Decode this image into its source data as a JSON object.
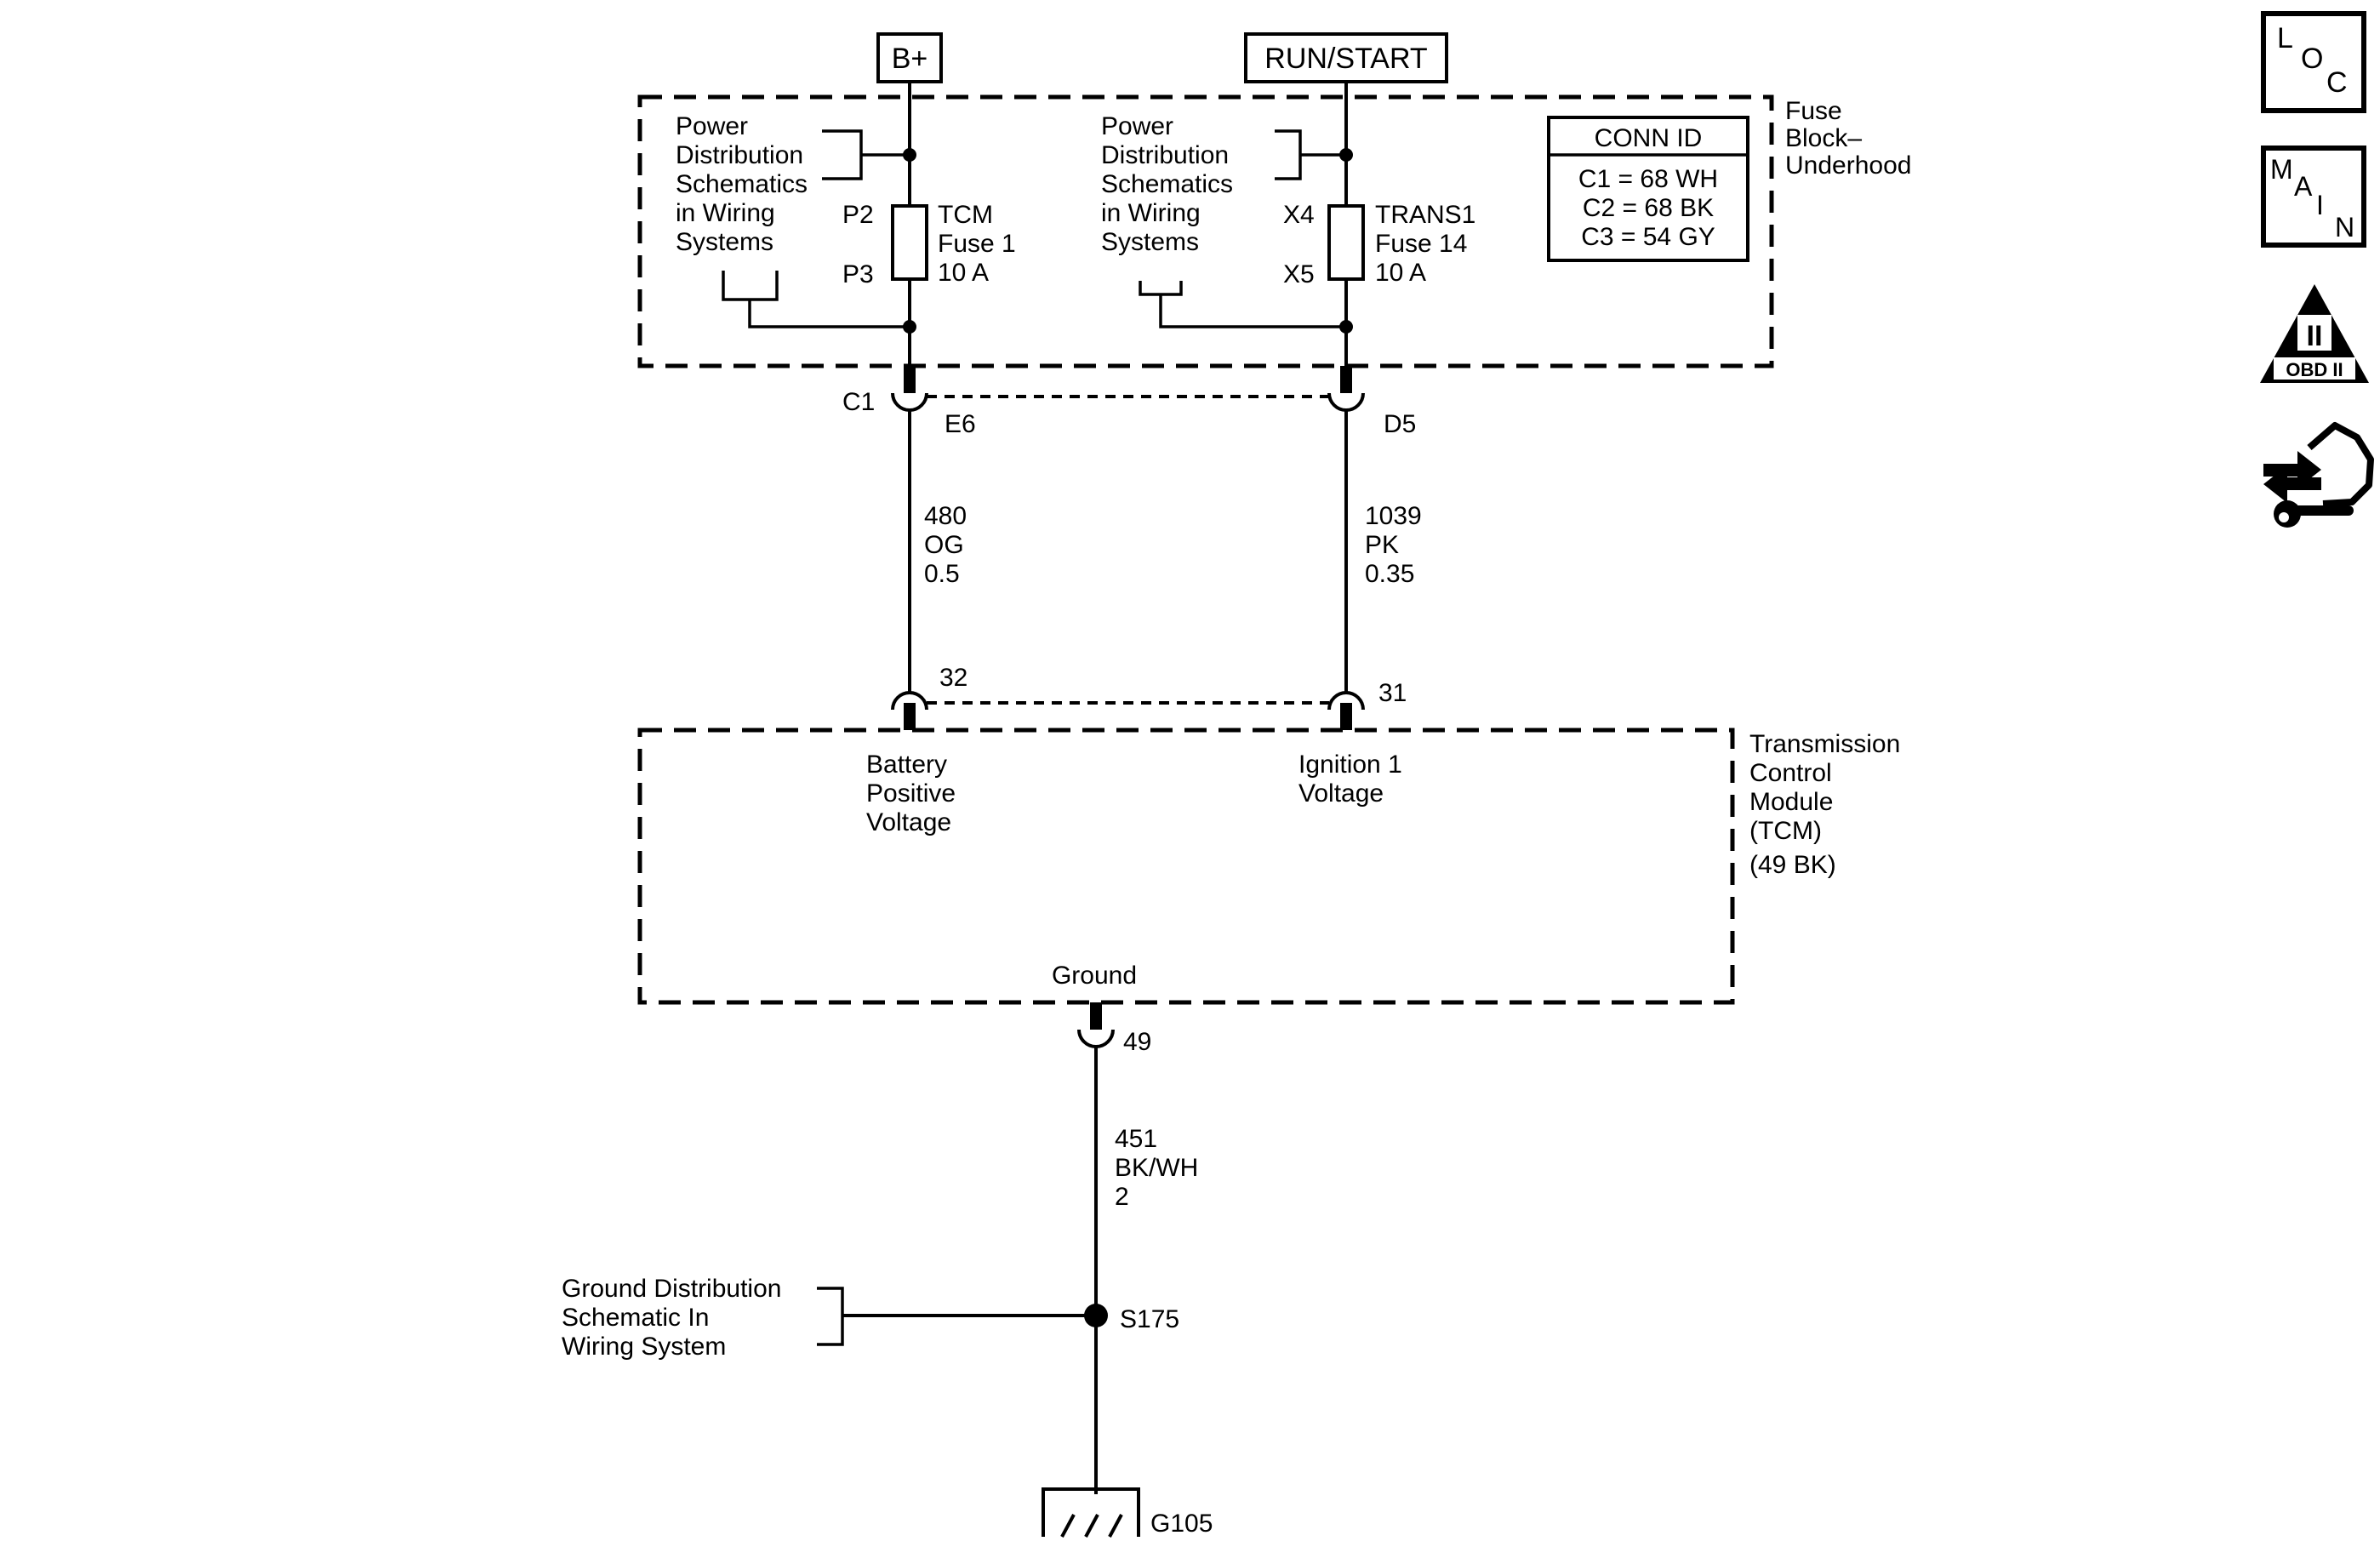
{
  "power_sources": {
    "bplus": "B+",
    "run_start": "RUN/START"
  },
  "fuse_block": {
    "title_lines": [
      "Fuse",
      "Block–",
      "Underhood"
    ],
    "left_ref_lines": [
      "Power",
      "Distribution",
      "Schematics",
      "in Wiring",
      "Systems"
    ],
    "right_ref_lines": [
      "Power",
      "Distribution",
      "Schematics",
      "in Wiring",
      "Systems"
    ],
    "fuse_left": {
      "pin_top": "P2",
      "pin_bottom": "P3",
      "lines": [
        "TCM",
        "Fuse 1",
        "10 A"
      ]
    },
    "fuse_right": {
      "pin_top": "X4",
      "pin_bottom": "X5",
      "lines": [
        "TRANS1",
        "Fuse 14",
        "10 A"
      ]
    },
    "conn_id": {
      "header": "CONN ID",
      "rows": [
        "C1 = 68 WH",
        "C2 = 68 BK",
        "C3 = 54 GY"
      ]
    }
  },
  "connector_top": {
    "name": "C1",
    "pin_left": "E6",
    "pin_right": "D5"
  },
  "wires": {
    "left": [
      "480",
      "OG",
      "0.5"
    ],
    "right": [
      "1039",
      "PK",
      "0.35"
    ],
    "ground": [
      "451",
      "BK/WH",
      "2"
    ]
  },
  "tcm": {
    "pin_left": "32",
    "pin_right": "31",
    "title_lines": [
      "Transmission",
      "Control",
      "Module",
      "(TCM)",
      "(49 BK)"
    ],
    "left_input_lines": [
      "Battery",
      "Positive",
      "Voltage"
    ],
    "right_input_lines": [
      "Ignition 1",
      "Voltage"
    ],
    "ground_label": "Ground",
    "ground_pin": "49"
  },
  "splice": {
    "label": "S175",
    "ref_lines": [
      "Ground Distribution",
      "Schematic In",
      "Wiring System"
    ]
  },
  "ground_point": "G105",
  "side_icons": {
    "loc": [
      "L",
      "O",
      "C"
    ],
    "main": [
      "M",
      "A",
      "I",
      "N"
    ],
    "obd": [
      "II",
      "OBD II"
    ]
  }
}
